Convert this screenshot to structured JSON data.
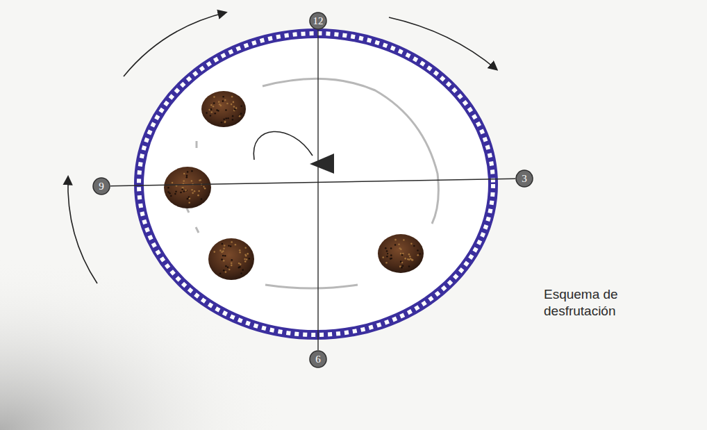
{
  "diagram": {
    "caption": "Esquema de desfrutación",
    "nodes": [
      {
        "text": [
          "12"
        ]
      },
      {
        "text": [
          "9"
        ]
      },
      {
        "text": [
          "3"
        ]
      },
      {
        "text": [
          "6"
        ]
      }
    ],
    "edges": [
      {
        "from": 0,
        "to": 3,
        "arrow": "none"
      },
      {
        "from": 1,
        "to": 2,
        "arrow": "none"
      }
    ]
  }
}
